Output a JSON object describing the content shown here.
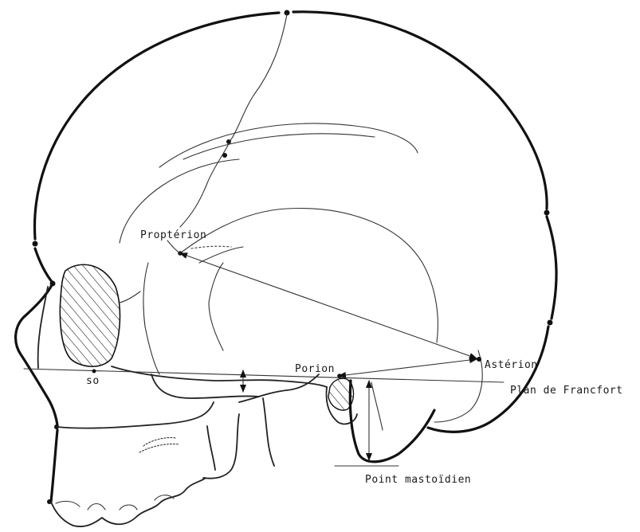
{
  "labels": {
    "propterion": "Proptérion",
    "asterion": "Astérion",
    "porion": "Porion",
    "so": "so",
    "plan_francfort": "Plan de Francfort",
    "point_mastoidien": "Point mastoïdien"
  }
}
